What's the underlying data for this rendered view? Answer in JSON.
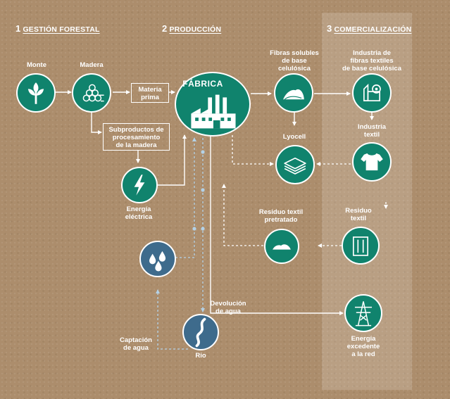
{
  "sections": [
    {
      "number": "1",
      "title": "GESTIÓN FORESTAL"
    },
    {
      "number": "2",
      "title": "PRODUCCIÓN"
    },
    {
      "number": "3",
      "title": "COMERCIALIZACIÓN"
    }
  ],
  "nodes": {
    "monte": "Monte",
    "madera": "Madera",
    "materia_prima": "Materia\nprima",
    "subproductos": "Subproductos de\nprocesamiento\nde la madera",
    "energia_electrica": "Energía\neléctrica",
    "fabrica": "FÁBRICA",
    "fibras_solubles": "Fibras solubles\nde base\ncelulósica",
    "lyocell": "Lyocell",
    "industria_fibras": "Industria de\nfibras textiles\nde base celulósica",
    "industria_textil": "Industria\ntextil",
    "residuo_textil": "Residuo\ntextil",
    "residuo_pretratado": "Residuo textil\npretratado",
    "devolucion_agua": "Devolución\nde agua",
    "captacion_agua": "Captación\nde agua",
    "rio": "Río",
    "energia_excedente": "Energía\nexcedente\na la red"
  },
  "colors": {
    "background": "#ac8d6c",
    "node_green": "#10836d",
    "node_blue": "#3e6b8c",
    "water_blue": "#b4d2e8",
    "line": "#ffffff"
  }
}
